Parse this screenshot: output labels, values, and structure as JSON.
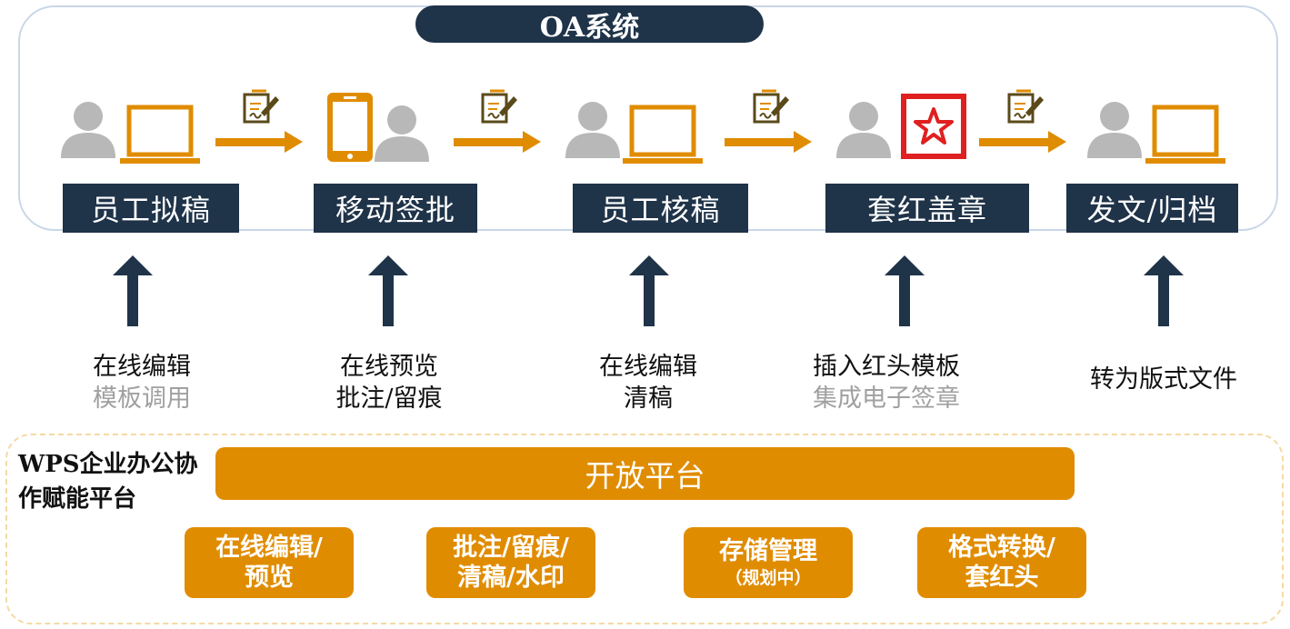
{
  "title": "OA系统",
  "stages": [
    {
      "label": "员工拟稿",
      "desc": [
        "在线编辑"
      ],
      "desc_gray": [
        "模板调用"
      ]
    },
    {
      "label": "移动签批",
      "desc": [
        "在线预览",
        "批注/留痕"
      ],
      "desc_gray": []
    },
    {
      "label": "员工核稿",
      "desc": [
        "在线编辑",
        "清稿"
      ],
      "desc_gray": []
    },
    {
      "label": "套红盖章",
      "desc": [
        "插入红头模板"
      ],
      "desc_gray": [
        "集成电子签章"
      ]
    },
    {
      "label": "发文/归档",
      "desc": [
        "转为版式文件"
      ],
      "desc_gray": []
    }
  ],
  "platform": {
    "label_lines": [
      "WPS企业办公协",
      "作赋能平台"
    ],
    "open_platform": "开放平台",
    "capabilities": [
      {
        "lines": [
          "在线编辑/",
          "预览"
        ],
        "sub": ""
      },
      {
        "lines": [
          "批注/留痕/",
          "清稿/水印"
        ],
        "sub": ""
      },
      {
        "lines": [
          "存储管理"
        ],
        "sub": "（规划中）"
      },
      {
        "lines": [
          "格式转换/",
          "套红头"
        ],
        "sub": ""
      }
    ]
  },
  "colors": {
    "navy": "#1f3349",
    "orange": "#e08c00",
    "gray_icon": "#b8b8b8",
    "seal_red": "#e02020",
    "sign_icon": "#5a4a1a"
  },
  "icons": [
    "person-icon",
    "laptop-icon",
    "phone-icon",
    "seal-icon",
    "sign-document-icon",
    "arrow-right-icon",
    "arrow-up-icon"
  ]
}
